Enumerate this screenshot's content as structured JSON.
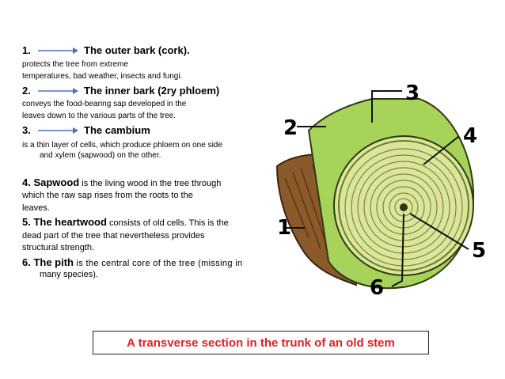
{
  "items": [
    {
      "num": "1.",
      "title": "The outer bark (cork).",
      "desc": [
        "protects the tree from extreme",
        "temperatures, bad weather, insects and fungi."
      ]
    },
    {
      "num": "2.",
      "title": "The inner bark (2ry phloem)",
      "desc": [
        "conveys the food-bearing sap developed in the",
        "leaves down to the various parts of the tree."
      ]
    },
    {
      "num": "3.",
      "title": "The cambium",
      "desc": [
        "is a thin layer of cells, which produce phloem on one side",
        "and xylem (sapwood) on the other."
      ]
    },
    {
      "title": "4. Sapwood",
      "rest": " is the living wood in the tree through",
      "desc": [
        "which the raw sap rises from the roots to the",
        "leaves."
      ]
    },
    {
      "title": "5. The heartwood",
      "rest": " consists of old cells. This is the",
      "desc": [
        "dead part of the tree that nevertheless provides",
        "structural strength."
      ]
    },
    {
      "title": "6. The pith",
      "rest": " is the central core of the tree (missing in",
      "desc": [
        "many species)."
      ]
    }
  ],
  "caption": "A transverse section in the trunk of an old stem",
  "labels": [
    "1",
    "2",
    "3",
    "4",
    "5",
    "6"
  ],
  "colors": {
    "arrow": "#4f6fb8",
    "caption": "#e02020",
    "outer_bark": "#8b5a2b",
    "inner_bark": "#a8d35a",
    "sapwood": "#d8e79a",
    "rings": "#b5a36a"
  }
}
